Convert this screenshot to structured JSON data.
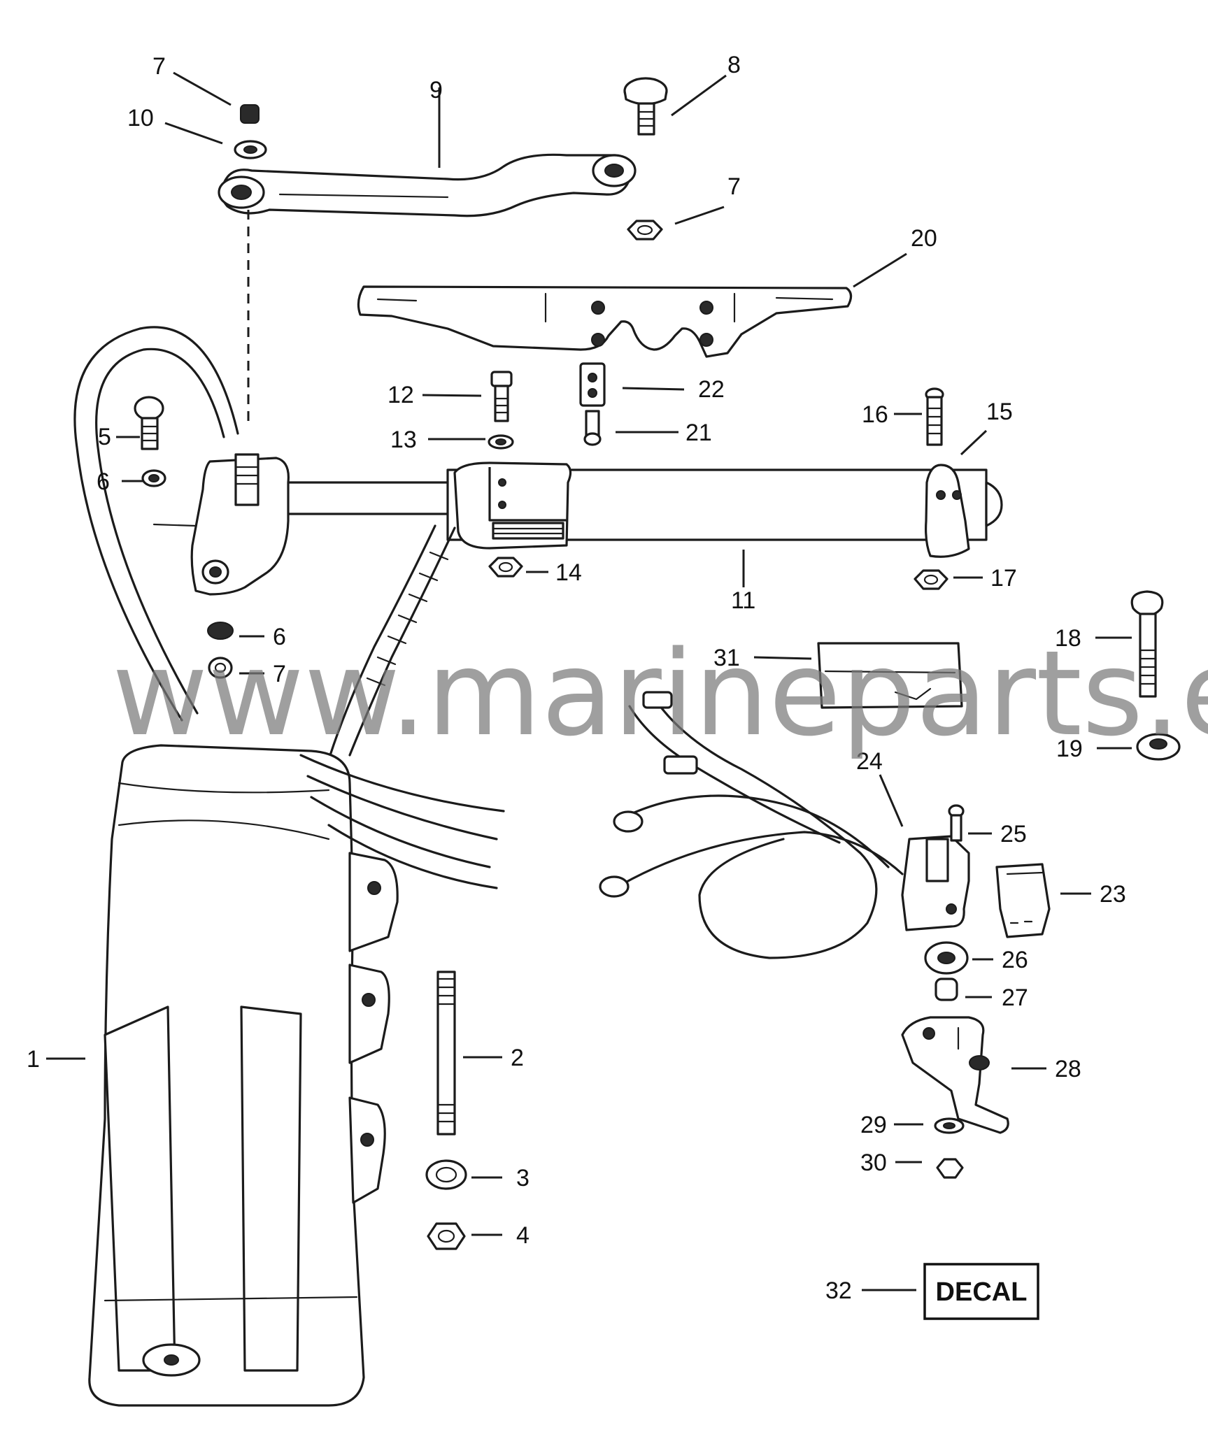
{
  "watermark": "www.marineparts.eu",
  "decal_label": "DECAL",
  "callouts": {
    "c1": "1",
    "c2": "2",
    "c3": "3",
    "c4": "4",
    "c5": "5",
    "c6a": "6",
    "c6b": "6",
    "c7a": "7",
    "c7b": "7",
    "c7c": "7",
    "c8": "8",
    "c9": "9",
    "c10": "10",
    "c11": "11",
    "c12": "12",
    "c13": "13",
    "c14": "14",
    "c15": "15",
    "c16": "16",
    "c17": "17",
    "c18": "18",
    "c19": "19",
    "c20": "20",
    "c21": "21",
    "c22": "22",
    "c23": "23",
    "c24": "24",
    "c25": "25",
    "c26": "26",
    "c27": "27",
    "c28": "28",
    "c29": "29",
    "c30": "30",
    "c31": "31",
    "c32": "32"
  }
}
